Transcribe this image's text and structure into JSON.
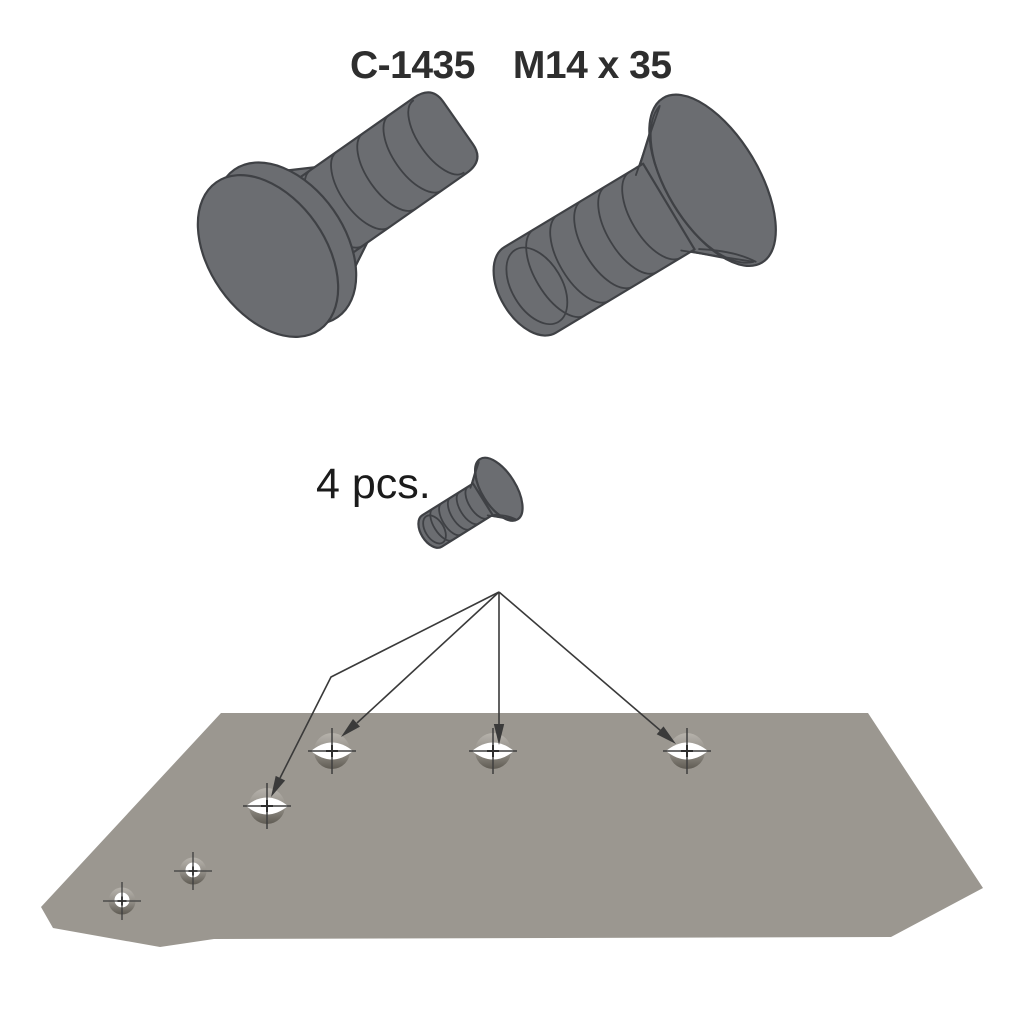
{
  "title": {
    "part_number": "C-1435",
    "size": "M14 x 35"
  },
  "quantity": {
    "label": "4 pcs."
  },
  "colors": {
    "background": "#ffffff",
    "bolt": "#6b6d71",
    "bolt_outline": "#3f4145",
    "plate": "#9b9790",
    "hole_highlight": "#ffffff",
    "arrow": "#3a3a3a",
    "text": "#2e2e2e"
  },
  "plate": {
    "large_countersunk_holes": 4,
    "small_holes": 2
  },
  "arrows": {
    "count": 4
  }
}
